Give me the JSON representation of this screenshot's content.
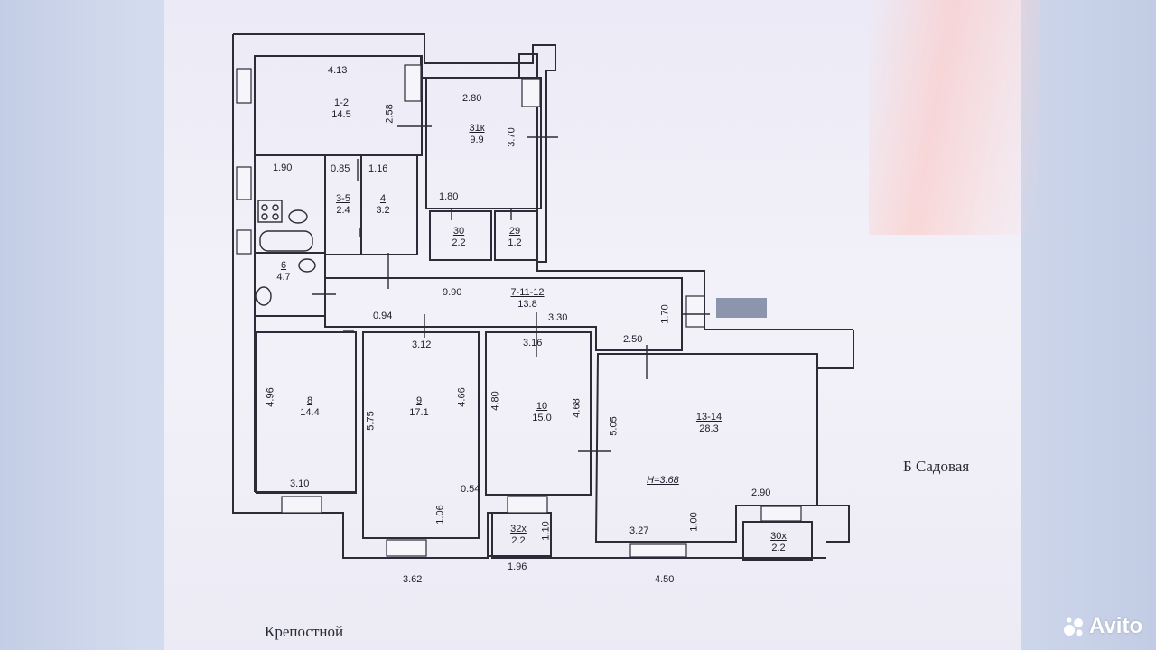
{
  "plan": {
    "dimensions": {
      "d_413": "4.13",
      "d_258": "2.58",
      "d_190": "1.90",
      "d_085": "0.85",
      "d_116": "1.16",
      "d_280": "2.80",
      "d_370": "3.70",
      "d_180": "1.80",
      "d_990": "9.90",
      "d_170": "1.70",
      "d_094": "0.94",
      "d_330": "3.30",
      "d_312": "3.12",
      "d_316": "3.16",
      "d_250": "2.50",
      "d_496": "4.96",
      "d_575": "5.75",
      "d_466": "4.66",
      "d_480": "4.80",
      "d_468": "4.68",
      "d_505": "5.05",
      "d_310": "3.10",
      "d_054": "0.54",
      "d_106": "1.06",
      "d_110": "1.10",
      "d_290": "2.90",
      "d_327": "3.27",
      "d_100": "1.00",
      "d_362": "3.62",
      "d_196": "1.96",
      "d_450": "4.50"
    },
    "rooms": [
      {
        "number": "1-2",
        "area": "14.5"
      },
      {
        "number": "31к",
        "area": "9.9"
      },
      {
        "number": "3-5",
        "area": "2.4"
      },
      {
        "number": "4",
        "area": "3.2"
      },
      {
        "number": "30",
        "area": "2.2"
      },
      {
        "number": "29",
        "area": "1.2"
      },
      {
        "number": "6",
        "area": "4.7"
      },
      {
        "number": "7-11-12",
        "area": "13.8"
      },
      {
        "number": "8",
        "area": "14.4"
      },
      {
        "number": "9",
        "area": "17.1"
      },
      {
        "number": "10",
        "area": "15.0"
      },
      {
        "number": "13-14",
        "area": "28.3"
      },
      {
        "number": "32х",
        "area": "2.2"
      },
      {
        "number": "30х",
        "area": "2.2"
      }
    ],
    "height_note": "Н=3.68"
  },
  "streets": {
    "right": "Б Садовая",
    "bottom": "Крепостной"
  },
  "watermark": {
    "text": "Avito"
  },
  "colors": {
    "wall": "#2c2c38",
    "paper": "#f1eff7"
  }
}
